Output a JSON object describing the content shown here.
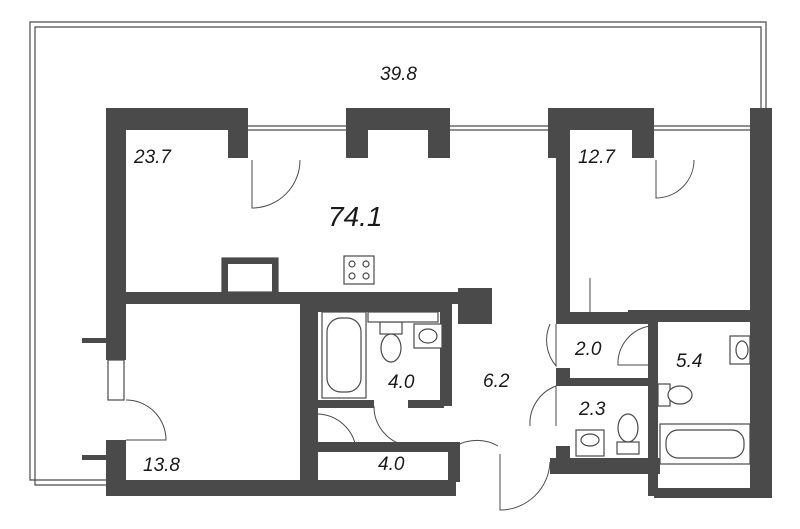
{
  "plan": {
    "total_area": "74.1",
    "rooms": [
      {
        "id": "terrace",
        "area": "39.8"
      },
      {
        "id": "kitchen-living",
        "area": "23.7"
      },
      {
        "id": "bedroom-right",
        "area": "12.7"
      },
      {
        "id": "bedroom-left",
        "area": "13.8"
      },
      {
        "id": "bathroom-center",
        "area": "4.0"
      },
      {
        "id": "closet",
        "area": "4.0"
      },
      {
        "id": "hallway",
        "area": "6.2"
      },
      {
        "id": "storage",
        "area": "2.0"
      },
      {
        "id": "bathroom-right",
        "area": "5.4"
      },
      {
        "id": "wc",
        "area": "2.3"
      }
    ]
  }
}
